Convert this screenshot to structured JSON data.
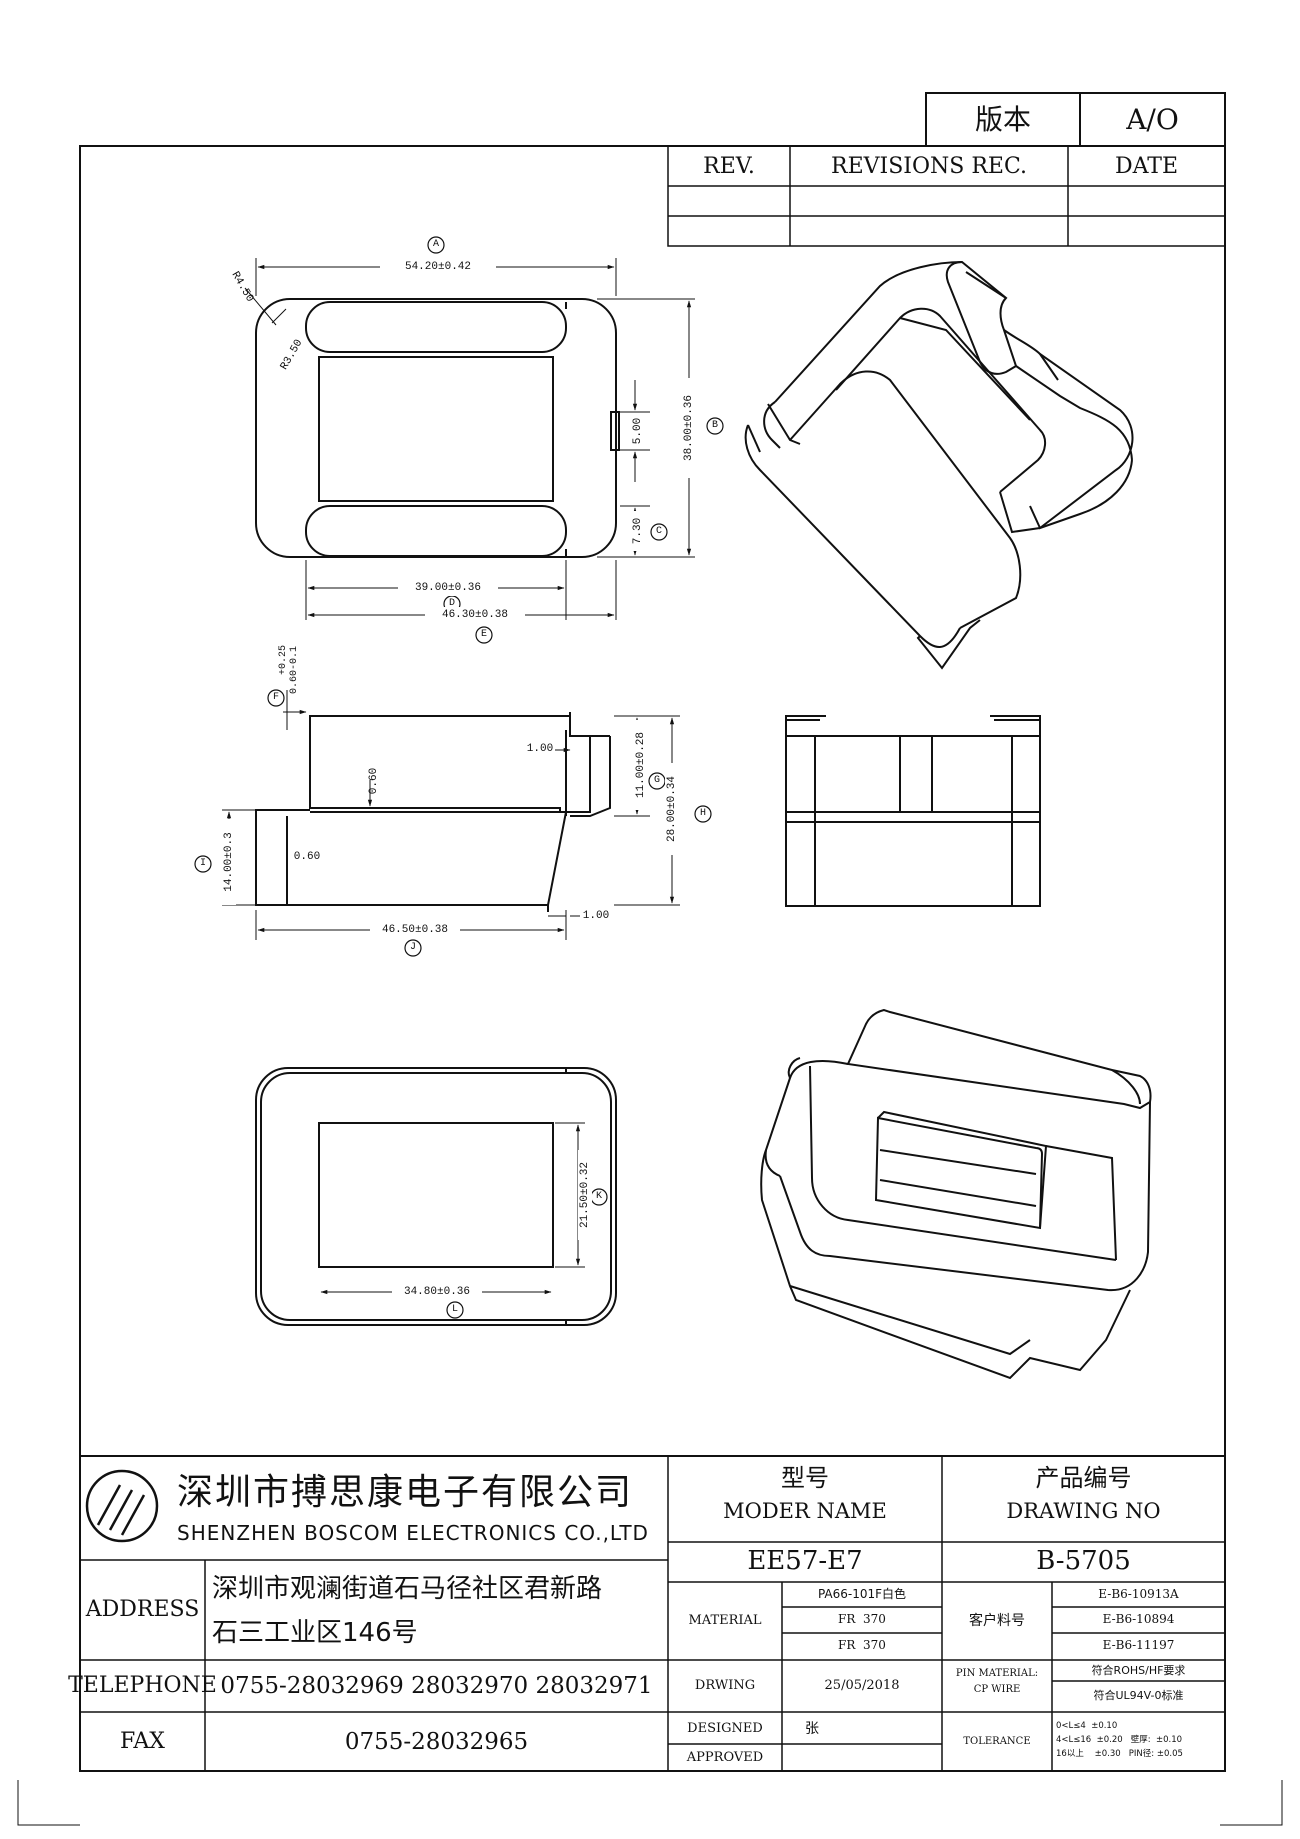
{
  "version_box": {
    "label": "版本",
    "value": "A/O"
  },
  "revisions": {
    "rev": "REV.",
    "rec": "REVISIONS REC.",
    "date": "DATE"
  },
  "dimensions": {
    "top_width": "54.20±0.42",
    "radius_outer": "R4.50",
    "radius_inner": "R3.50",
    "top_height": "38.00±0.36",
    "slot": "5.00",
    "flange_h": "7.30",
    "inner_39": "39.00±0.36",
    "inner_463": "46.30±0.38",
    "tol_top": "+0.25",
    "tol_base": "0.60-0.1",
    "step_100": "1.00",
    "wall_060": "0.60",
    "side_11": "11.00±0.28",
    "side_28": "28.00±0.34",
    "side_14": "14.00±0.3",
    "side_060": "0.60",
    "side_4650": "46.50±0.38",
    "side_100b": "1.00",
    "bot_2150": "21.50±0.32",
    "bot_3480": "34.80±0.36"
  },
  "balloons": [
    "A",
    "B",
    "C",
    "D",
    "E",
    "F",
    "G",
    "H",
    "I",
    "J",
    "K",
    "L"
  ],
  "company": {
    "name_cn": "深圳市搏思康电子有限公司",
    "name_en": "SHENZHEN BOSCOM ELECTRONICS CO.,LTD"
  },
  "title_block": {
    "model_cn": "型号",
    "model_en": "MODER NAME",
    "model_value": "EE57-E7",
    "drawing_cn": "产品编号",
    "drawing_en": "DRAWING NO",
    "drawing_value": "B-5705",
    "address_label": "ADDRESS",
    "address_line1": "深圳市观澜街道石马径社区君新路",
    "address_line2": "石三工业区146号",
    "telephone_label": "TELEPHONE",
    "telephone_value": "0755-28032969 28032970 28032971",
    "fax_label": "FAX",
    "fax_value": "0755-28032965",
    "material_label": "MATERIAL",
    "material_1": "PA66-101F白色",
    "material_2": "FR  370",
    "material_3": "FR  370",
    "customer_no_label": "客户料号",
    "customer_no_1": "E-B6-10913A",
    "customer_no_2": "E-B6-10894",
    "customer_no_3": "E-B6-11197",
    "drawing_label": "DRWING",
    "drawing_date": "25/05/2018",
    "pin_material_label_1": "PIN MATERIAL:",
    "pin_material_label_2": "CP WIRE",
    "pin_material_1": "符合ROHS/HF要求",
    "pin_material_2": "符合UL94V-0标准",
    "designed_label": "DESIGNED",
    "designed_value": "张",
    "approved_label": "APPROVED",
    "tolerance_label": "TOLERANCE",
    "tol_1": "0<L≤4  ±0.10",
    "tol_2": "4<L≤16  ±0.20   壁厚:  ±0.10",
    "tol_3": "16以上    ±0.30   PIN径: ±0.05"
  }
}
